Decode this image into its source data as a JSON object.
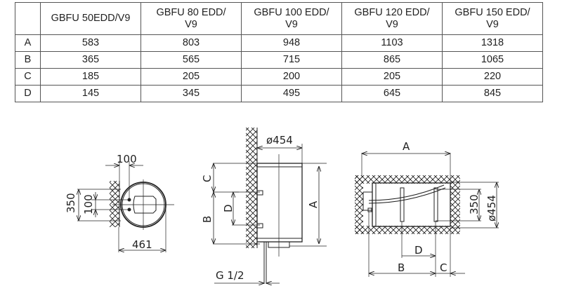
{
  "table": {
    "headers": [
      "",
      "GBFU 50EDD/V9",
      "GBFU 80 EDD/\nV9",
      "GBFU 100 EDD/\nV9",
      "GBFU 120 EDD/\nV9",
      "GBFU 150 EDD/\nV9"
    ],
    "header_lines": [
      [
        ""
      ],
      [
        "GBFU 50EDD/V9"
      ],
      [
        "GBFU 80 EDD/",
        "V9"
      ],
      [
        "GBFU 100 EDD/",
        "V9"
      ],
      [
        "GBFU 120 EDD/",
        "V9"
      ],
      [
        "GBFU 150 EDD/",
        "V9"
      ]
    ],
    "rows": [
      {
        "label": "A",
        "values": [
          "583",
          "803",
          "948",
          "1103",
          "1318"
        ]
      },
      {
        "label": "B",
        "values": [
          "365",
          "565",
          "715",
          "865",
          "1065"
        ]
      },
      {
        "label": "C",
        "values": [
          "185",
          "205",
          "200",
          "205",
          "220"
        ]
      },
      {
        "label": "D",
        "values": [
          "145",
          "345",
          "495",
          "645",
          "845"
        ]
      }
    ]
  },
  "drawings": {
    "top_view": {
      "labels": {
        "width_top": "100",
        "height_outer": "350",
        "height_inner": "100",
        "depth": "461"
      }
    },
    "side_view": {
      "labels": {
        "diameter": "ø454",
        "c": "C",
        "b": "B",
        "d": "D",
        "a": "A",
        "thread": "G 1/2"
      }
    },
    "horizontal_view": {
      "labels": {
        "a": "A",
        "height_inner": "350",
        "diameter": "ø454",
        "d": "D",
        "b": "B",
        "c": "C"
      }
    }
  }
}
